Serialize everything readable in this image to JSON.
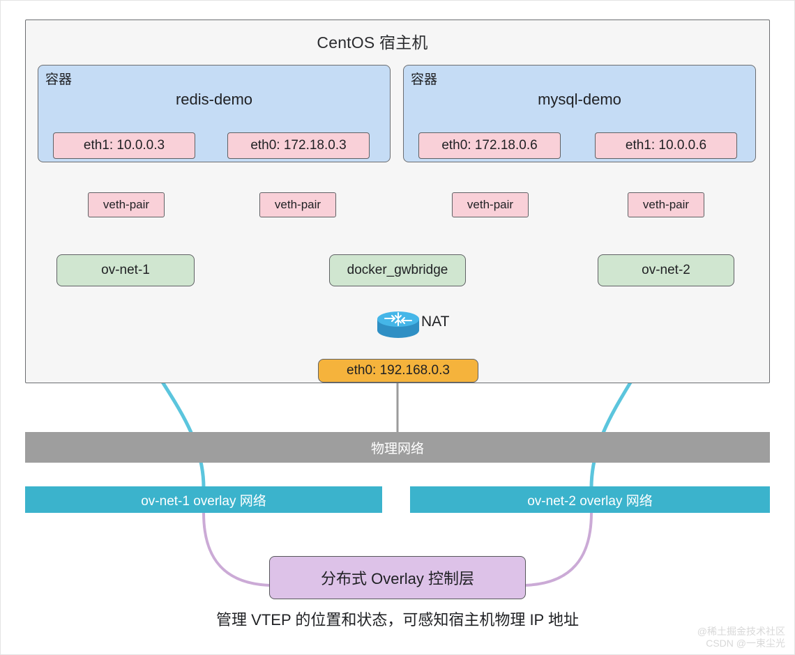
{
  "host": {
    "title": "CentOS 宿主机",
    "eth0": "eth0: 192.168.0.3",
    "nat_label": "NAT"
  },
  "containers": [
    {
      "tag": "容器",
      "name": "redis-demo",
      "interfaces": [
        {
          "label": "eth1: 10.0.0.3"
        },
        {
          "label": "eth0: 172.18.0.3"
        }
      ]
    },
    {
      "tag": "容器",
      "name": "mysql-demo",
      "interfaces": [
        {
          "label": "eth0: 172.18.0.6"
        },
        {
          "label": "eth1: 10.0.0.6"
        }
      ]
    }
  ],
  "veth_pairs": [
    {
      "label": "veth-pair"
    },
    {
      "label": "veth-pair"
    },
    {
      "label": "veth-pair"
    },
    {
      "label": "veth-pair"
    }
  ],
  "bridges": [
    {
      "label": "ov-net-1"
    },
    {
      "label": "docker_gwbridge"
    },
    {
      "label": "ov-net-2"
    }
  ],
  "physical_network": {
    "label": "物理网络"
  },
  "overlay_networks": [
    {
      "label": "ov-net-1 overlay 网络"
    },
    {
      "label": "ov-net-2 overlay 网络"
    }
  ],
  "control_plane": {
    "title": "分布式 Overlay 控制层",
    "caption": "管理 VTEP 的位置和状态，可感知宿主机物理 IP 地址"
  },
  "watermark": {
    "line1": "@稀土掘金技术社区",
    "line2": "CSDN @一束尘光"
  },
  "colors": {
    "host_bg": "#f6f6f6",
    "container_blue": "#c5dcf5",
    "interface_pink": "#f9d0d8",
    "bridge_green": "#d0e6d0",
    "host_eth_orange": "#f5b33c",
    "physical_gray": "#9e9e9e",
    "overlay_cyan": "#3bb3cc",
    "control_purple": "#ddc2e8",
    "link_gray": "#9b9b9b",
    "link_cyan": "#5bc5dd",
    "link_purple": "#cbaad6"
  }
}
